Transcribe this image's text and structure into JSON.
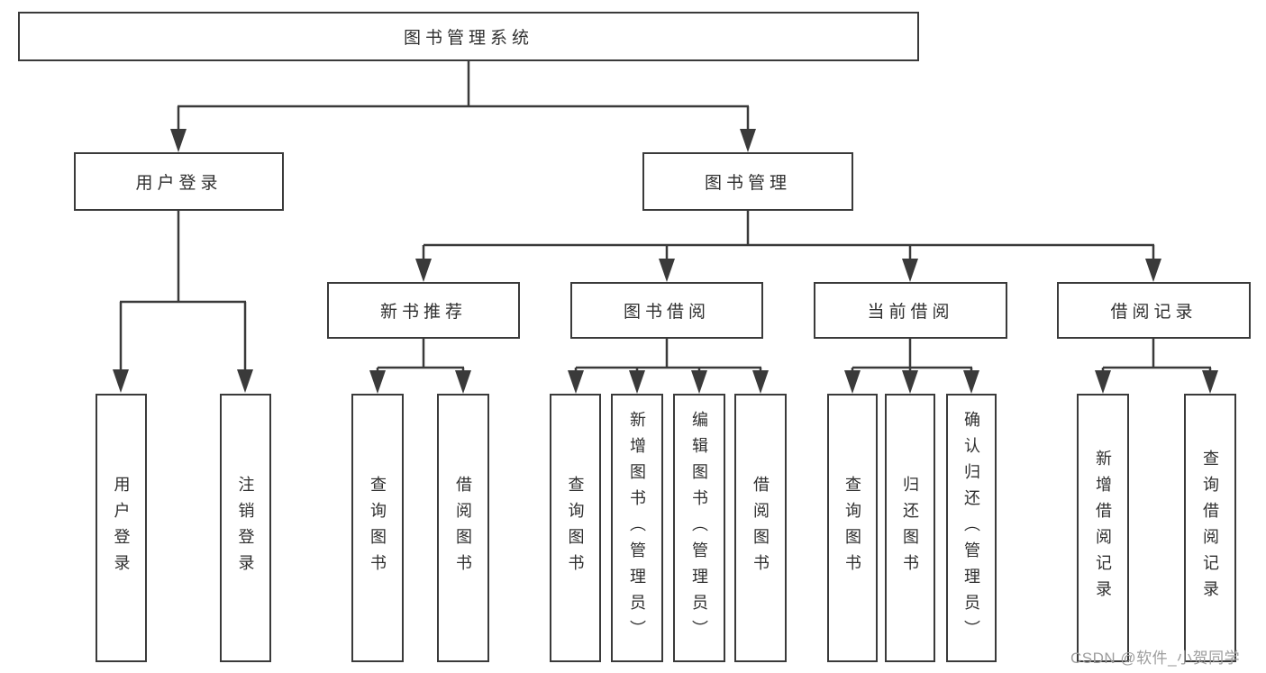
{
  "tree": {
    "root": {
      "label": "图书管理系统"
    },
    "branches": [
      {
        "label": "用户登录",
        "children": [
          {
            "label": "用户登录"
          },
          {
            "label": "注销登录"
          }
        ]
      },
      {
        "label": "图书管理",
        "children": [
          {
            "label": "新书推荐",
            "children": [
              {
                "label": "查询图书"
              },
              {
                "label": "借阅图书"
              }
            ]
          },
          {
            "label": "图书借阅",
            "children": [
              {
                "label": "查询图书"
              },
              {
                "label": "新增图书（管理员）"
              },
              {
                "label": "编辑图书（管理员）"
              },
              {
                "label": "借阅图书"
              }
            ]
          },
          {
            "label": "当前借阅",
            "children": [
              {
                "label": "查询图书"
              },
              {
                "label": "归还图书"
              },
              {
                "label": "确认归还（管理员）"
              }
            ]
          },
          {
            "label": "借阅记录",
            "children": [
              {
                "label": "新增借阅记录"
              },
              {
                "label": "查询借阅记录"
              }
            ]
          }
        ]
      }
    ]
  },
  "watermark": "CSDN @软件_小贺同学",
  "colors": {
    "line": "#3a3a3a",
    "box_border": "#3a3a3a",
    "box_fill": "#ffffff",
    "text": "#2f2f2f",
    "watermark": "#9d9d9d"
  }
}
